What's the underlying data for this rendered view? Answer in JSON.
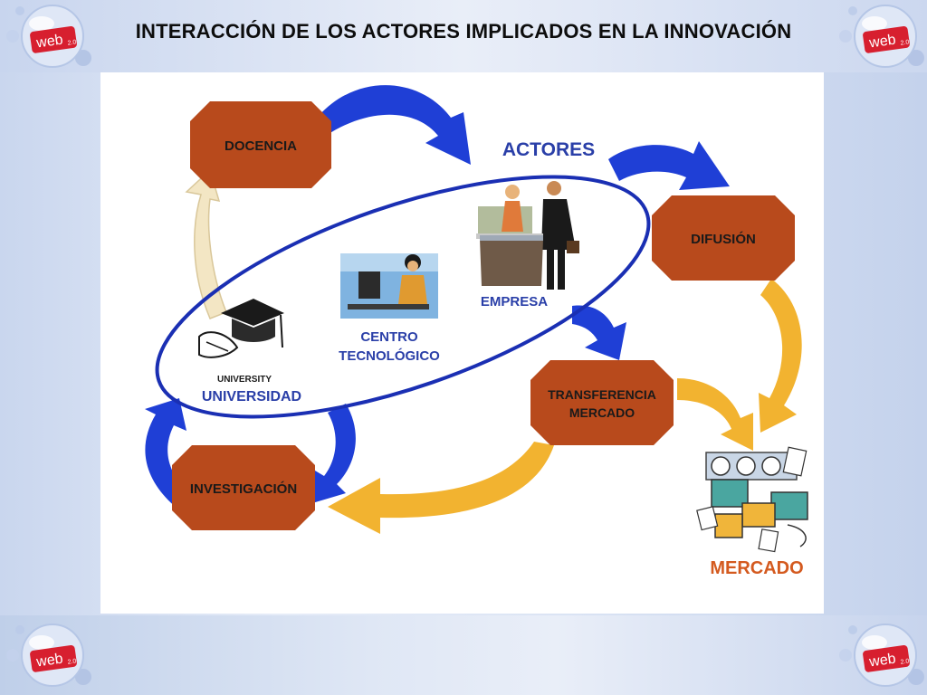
{
  "slide": {
    "title": "INTERACCIÓN DE LOS ACTORES IMPLICADOS EN LA INNOVACIÓN"
  },
  "logo": {
    "text": "web",
    "version": "2.0"
  },
  "diagram": {
    "nodes": {
      "docencia": "DOCENCIA",
      "difusion": "DIFUSIÓN",
      "transferencia_1": "TRANSFERENCIA",
      "transferencia_2": "MERCADO",
      "investigacion": "INVESTIGACIÓN"
    },
    "actors_title": "ACTORES",
    "empresa": "EMPRESA",
    "centro_1": "CENTRO",
    "centro_2": "TECNOLÓGICO",
    "university_caption": "UNIVERSITY",
    "universidad": "UNIVERSIDAD",
    "mercado": "MERCADO"
  },
  "colors": {
    "octagon_fill": "#b84a1c",
    "blue_arrow": "#1f3fd6",
    "yellow_arrow": "#f2b330",
    "cream_arrow": "#f3e6c4",
    "ellipse_stroke": "#1a2fb3",
    "label_blue": "#2a3fa8",
    "mercado_orange": "#d45a1f"
  }
}
